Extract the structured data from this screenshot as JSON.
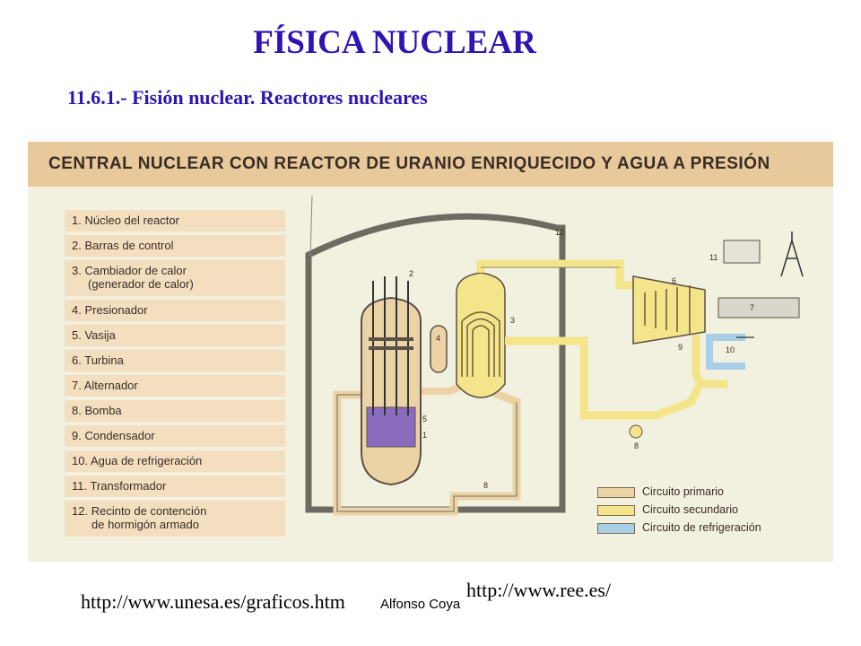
{
  "header": {
    "title": "FÍSICA NUCLEAR",
    "subtitle": "11.6.1.- Fisión nuclear. Reactores nucleares"
  },
  "diagram": {
    "banner": "CENTRAL NUCLEAR CON REACTOR DE URANIO ENRIQUECIDO Y AGUA A PRESIÓN",
    "legend": [
      {
        "num": "1.",
        "text": "Núcleo del reactor"
      },
      {
        "num": "2.",
        "text": "Barras de control"
      },
      {
        "num": "3.",
        "text": "Cambiador de calor",
        "text2": "(generador de calor)"
      },
      {
        "num": "4.",
        "text": "Presionador"
      },
      {
        "num": "5.",
        "text": "Vasija"
      },
      {
        "num": "6.",
        "text": "Turbina"
      },
      {
        "num": "7.",
        "text": "Alternador"
      },
      {
        "num": "8.",
        "text": "Bomba"
      },
      {
        "num": "9.",
        "text": "Condensador"
      },
      {
        "num": "10.",
        "text": "Agua de refrigeración"
      },
      {
        "num": "11.",
        "text": "Transformador"
      },
      {
        "num": "12.",
        "text": "Recinto de contención",
        "text2": "de hormigón armado"
      }
    ],
    "circuits": [
      {
        "label": "Circuito primario",
        "color": "#ecd3a6"
      },
      {
        "label": "Circuito secundario",
        "color": "#f4e48a"
      },
      {
        "label": "Circuito de refrigeración",
        "color": "#a9cfe6"
      }
    ],
    "callouts": [
      "1",
      "2",
      "3",
      "4",
      "5",
      "6",
      "7",
      "8",
      "8",
      "9",
      "10",
      "11",
      "12"
    ]
  },
  "footer": {
    "url_left": "http://www.unesa.es/graficos.htm",
    "url_right": "http://www.ree.es/",
    "author": "Alfonso Coya"
  },
  "colors": {
    "title": "#2f14b4",
    "banner": "#e7c99c",
    "legend_box": "#f3dfc0",
    "background": "#f2f0de",
    "core": "#8a6cbf"
  }
}
